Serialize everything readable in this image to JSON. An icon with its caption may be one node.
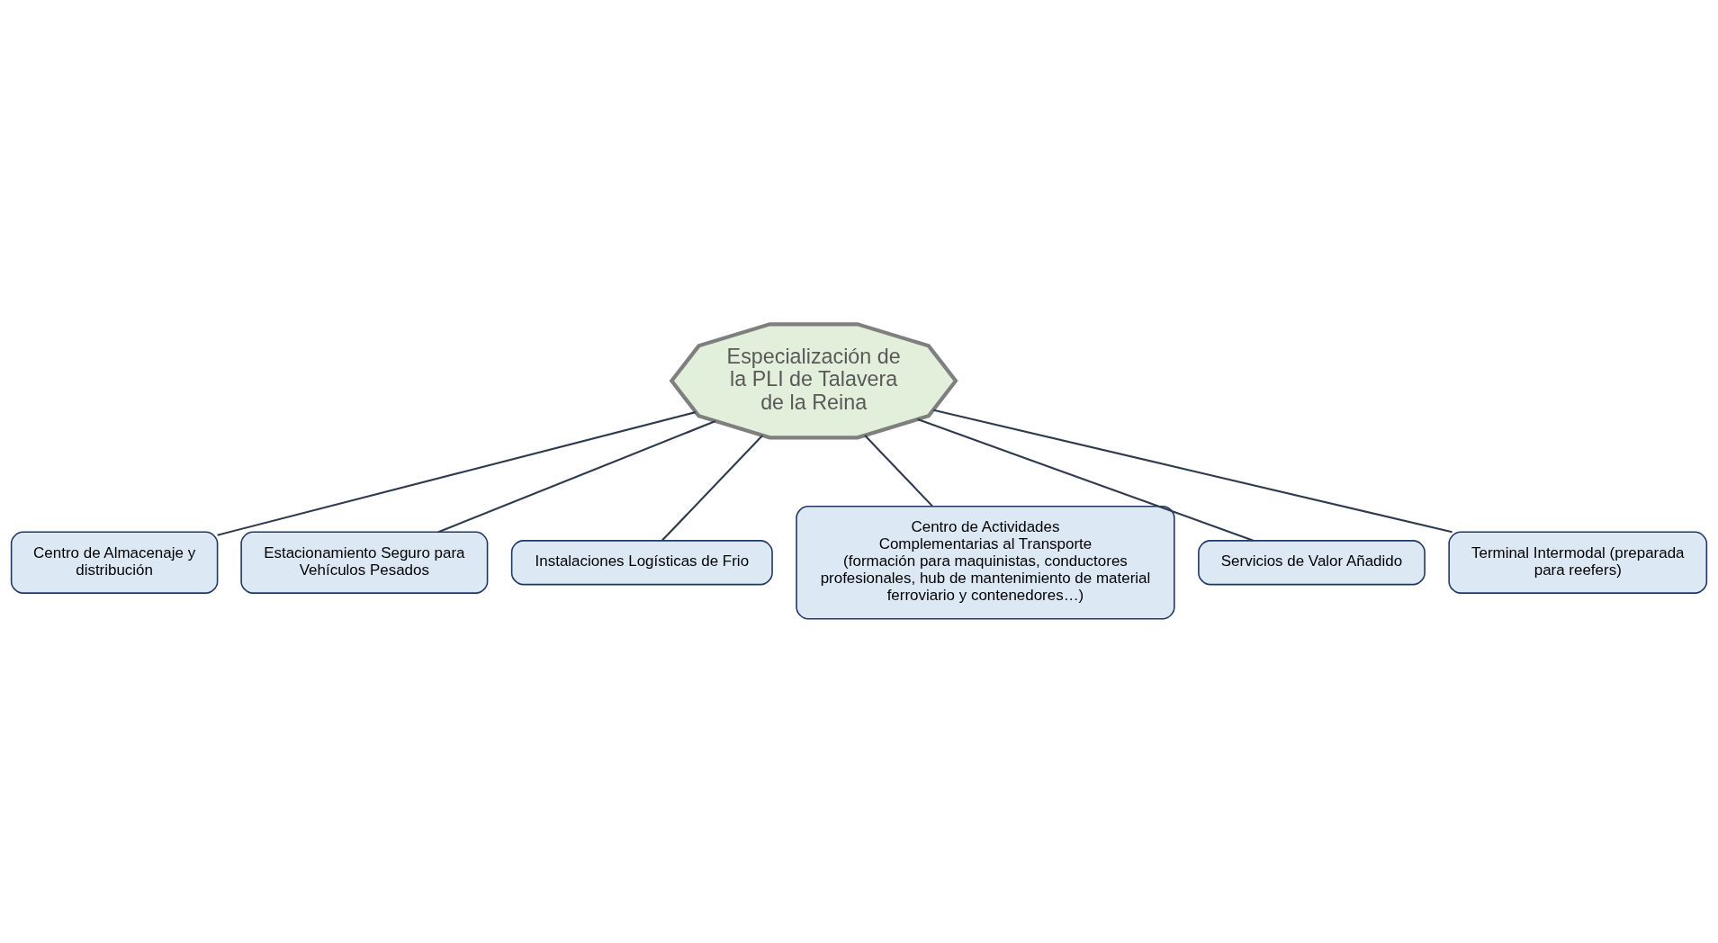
{
  "diagram": {
    "nodes": [
      {
        "text": [
          "Especialización de la PLI de Talavera de la Reina"
        ]
      },
      {
        "text": [
          "Centro de Almacenaje y distribución"
        ]
      },
      {
        "text": [
          "Estacionamiento Seguro para Vehículos Pesados"
        ]
      },
      {
        "text": [
          "Instalaciones Logísticas de Frio"
        ]
      },
      {
        "text": [
          "Centro de Actividades Complementarias al Transporte",
          "(formación para maquinistas, conductores profesionales, hub de mantenimiento de material ferroviario y contenedores…)"
        ]
      },
      {
        "text": [
          "Servicios de Valor Añadido"
        ]
      },
      {
        "text": [
          "Terminal Intermodal (preparada para reefers)"
        ]
      }
    ],
    "edges": [
      {
        "from": 0,
        "to": 1,
        "arrow": "none"
      },
      {
        "from": 0,
        "to": 2,
        "arrow": "none"
      },
      {
        "from": 0,
        "to": 3,
        "arrow": "none"
      },
      {
        "from": 0,
        "to": 4,
        "arrow": "none"
      },
      {
        "from": 0,
        "to": 5,
        "arrow": "none"
      },
      {
        "from": 0,
        "to": 6,
        "arrow": "none"
      }
    ]
  }
}
